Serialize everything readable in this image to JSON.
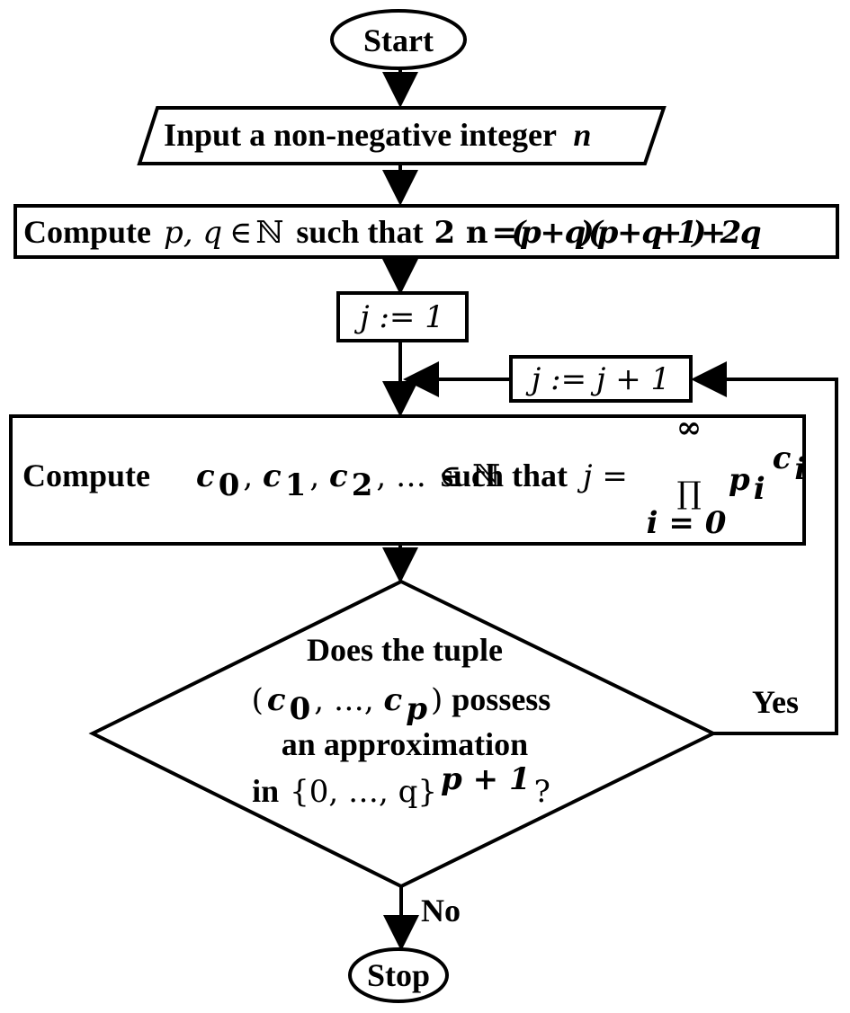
{
  "flowchart": {
    "start": "Start",
    "input_text": "Input a non-negative integer",
    "input_var": "n",
    "compute_pq": {
      "prefix": "Compute",
      "vars": "p, q",
      "in": "∈",
      "naturals": "ℕ",
      "such_that": "such that",
      "equation_lhs": "2 n",
      "equation_rhs": "=(p + q)(p + q+1)+2 q"
    },
    "init_j": "j := 1",
    "increment_j": "j := j + 1",
    "compute_c": {
      "prefix": "Compute",
      "c0": "c",
      "c0_sub": "0",
      "c1": "c",
      "c1_sub": "1",
      "c2": "c",
      "c2_sub": "2",
      "ellipsis": ", …",
      "in": "∈",
      "naturals": "ℕ",
      "such_that": "such that",
      "j_eq": "j =",
      "prod_upper": "∞",
      "prod_symbol": "∏",
      "prod_lower": "i = 0",
      "p": "p",
      "p_sub": "i",
      "exp_c": "c",
      "exp_c_sub": "i"
    },
    "decision": {
      "line1": "Does the tuple",
      "line2_open": "(",
      "line2_c0": "c",
      "line2_c0_sub": "0",
      "line2_mid": ", …, ",
      "line2_cp": "c",
      "line2_cp_sub": "p",
      "line2_close": ")",
      "line2_rest": "possess",
      "line3": "an  approximation",
      "line4_prefix": "in",
      "line4_set": "{0, …, q}",
      "line4_exp": "p + 1",
      "line4_q": "?"
    },
    "yes_label": "Yes",
    "no_label": "No",
    "stop": "Stop"
  }
}
